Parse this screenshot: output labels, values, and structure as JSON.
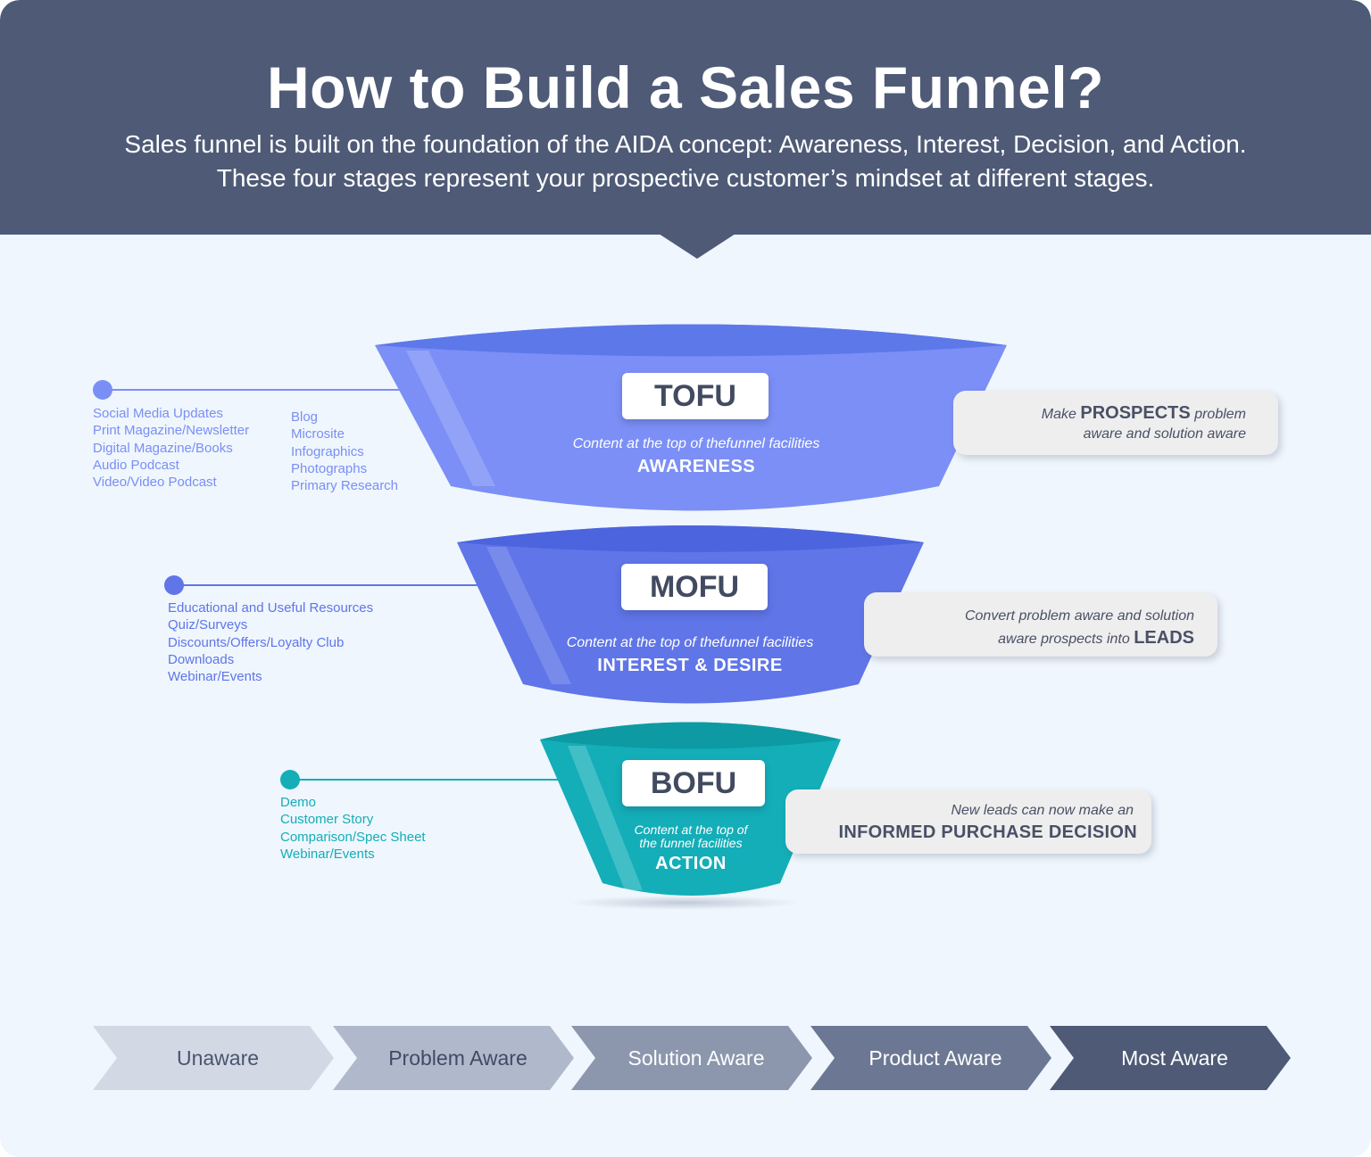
{
  "header": {
    "title": "How to Build a Sales Funnel?",
    "subtitle_line1": "Sales funnel is built on the foundation of the AIDA concept: Awareness, Interest, Decision, and Action.",
    "subtitle_line2": "These four stages represent your prospective customer’s mindset at different stages."
  },
  "colors": {
    "header_bg": "#4e5a76",
    "page_bg": "#eff6fd",
    "tofu": "#7a8ff5",
    "mofu": "#5f75e8",
    "bofu": "#13aeb8"
  },
  "stages": {
    "tofu": {
      "label": "TOFU",
      "caption": "Content at the top of thefunnel facilities",
      "name": "AWARENESS",
      "content_col1": [
        "Social Media Updates",
        "Print Magazine/Newsletter",
        "Digital Magazine/Books",
        "Audio Podcast",
        "Video/Video Podcast"
      ],
      "content_col2": [
        "Blog",
        "Microsite",
        "Infographics",
        "Photographs",
        "Primary Research"
      ],
      "callout_pre": "Make",
      "callout_bold": "PROSPECTS",
      "callout_post": "problem",
      "callout_line2": "aware and solution aware"
    },
    "mofu": {
      "label": "MOFU",
      "caption": "Content at the top of thefunnel facilities",
      "name": "INTEREST & DESIRE",
      "content_col1": [
        "Educational and Useful Resources",
        "Quiz/Surveys",
        "Discounts/Offers/Loyalty Club",
        "Downloads",
        "Webinar/Events"
      ],
      "callout_line1": "Convert problem aware and solution",
      "callout_pre2": "aware prospects into",
      "callout_bold": "LEADS"
    },
    "bofu": {
      "label": "BOFU",
      "caption_line1": "Content at the top of",
      "caption_line2": "the funnel facilities",
      "name": "ACTION",
      "content_col1": [
        "Demo",
        "Customer Story",
        "Comparison/Spec Sheet",
        "Webinar/Events"
      ],
      "callout_line1": "New leads can now make an",
      "callout_bold": "INFORMED PURCHASE DECISION"
    }
  },
  "awareness_levels": [
    "Unaware",
    "Problem Aware",
    "Solution Aware",
    "Product Aware",
    "Most Aware"
  ]
}
